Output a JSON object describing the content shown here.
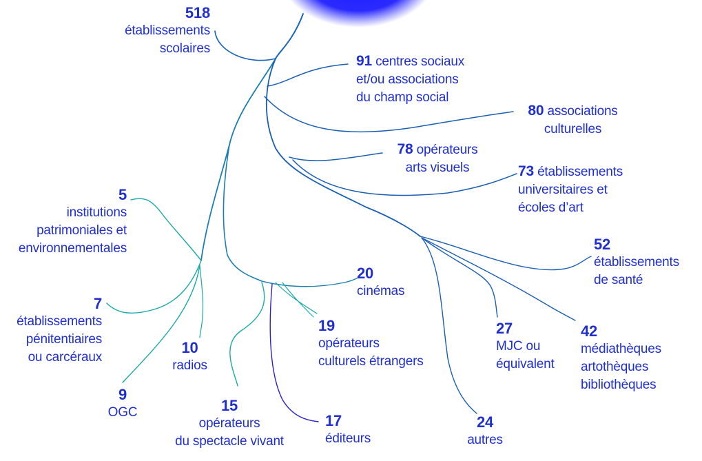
{
  "colors": {
    "label": "#1f2fd0",
    "glow": "#1a1aff",
    "branch_blue": "#1a5fb4",
    "branch_teal": "#1aa8a8",
    "branch_violet": "#2a22c8"
  },
  "nodes": {
    "schools": {
      "number": "518",
      "lines": [
        "établissements",
        "scolaires"
      ]
    },
    "social": {
      "number": "91",
      "first": "centres sociaux",
      "lines": [
        "et/ou associations",
        "du champ social"
      ]
    },
    "cultural_assoc": {
      "number": "80",
      "first": "associations",
      "lines": [
        "culturelles"
      ]
    },
    "visual_arts": {
      "number": "78",
      "first": "opérateurs",
      "lines": [
        "arts visuels"
      ]
    },
    "universities": {
      "number": "73",
      "first": "établissements",
      "lines": [
        "universitaires et",
        "écoles d’art"
      ]
    },
    "heritage": {
      "number": "5",
      "lines": [
        "institutions",
        "patrimoniales et",
        "environnementales"
      ]
    },
    "health": {
      "number": "52",
      "lines": [
        "établissements",
        "de santé"
      ]
    },
    "cinemas": {
      "number": "20",
      "lines": [
        "cinémas"
      ]
    },
    "prisons": {
      "number": "7",
      "lines": [
        "établissements",
        "pénitentiaires",
        "ou carcéraux"
      ]
    },
    "foreign": {
      "number": "19",
      "lines": [
        "opérateurs",
        "culturels étrangers"
      ]
    },
    "mjc": {
      "number": "27",
      "lines": [
        "MJC ou",
        "équivalent"
      ]
    },
    "libraries": {
      "number": "42",
      "lines": [
        "médiathèques",
        "artothèques",
        "bibliothèques"
      ]
    },
    "radios": {
      "number": "10",
      "lines": [
        "radios"
      ]
    },
    "ogc": {
      "number": "9",
      "lines": [
        "OGC"
      ]
    },
    "performing": {
      "number": "15",
      "lines": [
        "opérateurs",
        "du spectacle vivant"
      ]
    },
    "publishers": {
      "number": "17",
      "lines": [
        "éditeurs"
      ]
    },
    "others": {
      "number": "24",
      "lines": [
        "autres"
      ]
    }
  }
}
